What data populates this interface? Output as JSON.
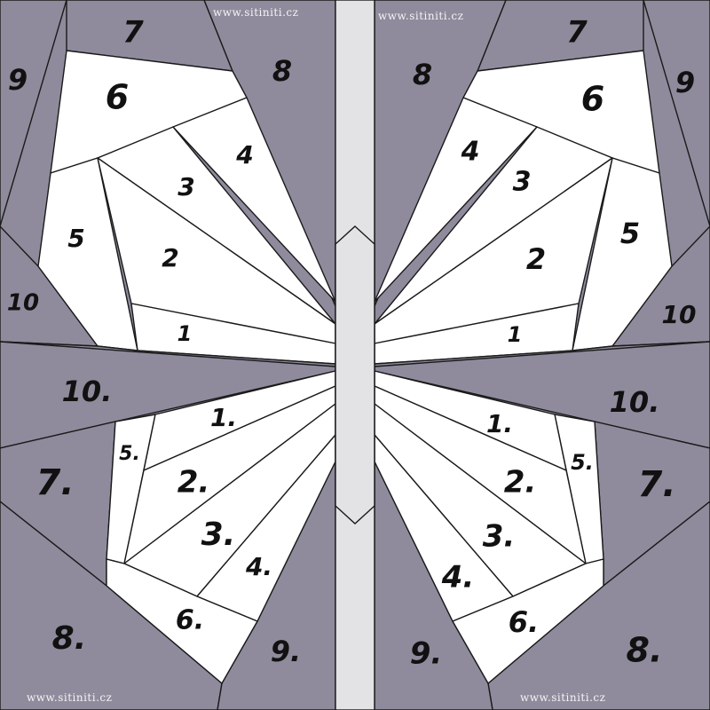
{
  "watermark": "www.sitiniti.cz",
  "colors": {
    "fabric_gray": "#8f8b9c",
    "fabric_white": "#ffffff",
    "spine": "#e3e3e6",
    "lines": "#1a1a1a"
  },
  "labels": {
    "ul_7": "7",
    "ul_9": "9",
    "ul_8": "8",
    "ul_6": "6",
    "ul_4": "4",
    "ul_3": "3",
    "ul_5": "5",
    "ul_2": "2",
    "ul_10": "10",
    "ul_1": "1",
    "ur_7": "7",
    "ur_9": "9",
    "ur_8": "8",
    "ur_6": "6",
    "ur_4": "4",
    "ur_3": "3",
    "ur_5": "5",
    "ur_2": "2",
    "ur_10": "10",
    "ur_1": "1",
    "ll_10": "10.",
    "ll_1": "1.",
    "ll_5": "5.",
    "ll_7": "7.",
    "ll_2": "2.",
    "ll_3": "3.",
    "ll_4": "4.",
    "ll_6": "6.",
    "ll_8": "8.",
    "ll_9": "9.",
    "lr_10": "10.",
    "lr_1": "1.",
    "lr_5": "5.",
    "lr_7": "7.",
    "lr_2": "2.",
    "lr_3": "3.",
    "lr_4": "4.",
    "lr_6": "6.",
    "lr_8": "8.",
    "lr_9": "9."
  }
}
